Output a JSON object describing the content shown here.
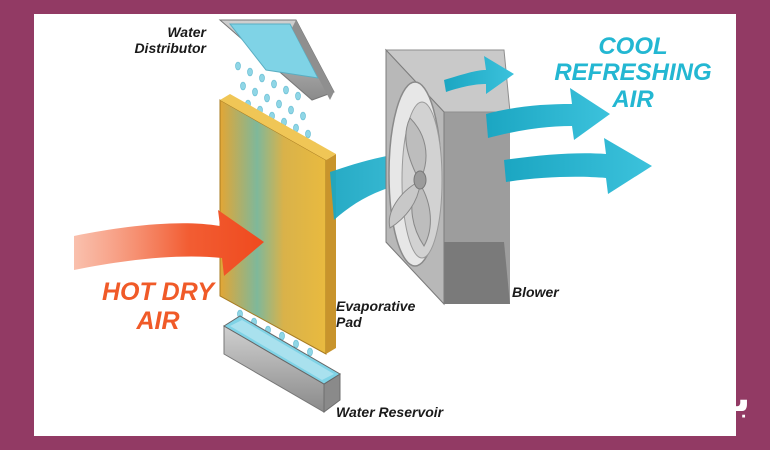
{
  "labels": {
    "water_distributor_line1": "Water",
    "water_distributor_line2": "Distributor",
    "hot_dry_air_line1": "HOT DRY",
    "hot_dry_air_line2": "AIR",
    "evaporative_pad_line1": "Evaporative",
    "evaporative_pad_line2": "Pad",
    "water_reservoir": "Water Reservoir",
    "blower": "Blower",
    "cool_refreshing_air_line1": "COOL",
    "cool_refreshing_air_line2": "REFRESHING",
    "cool_refreshing_air_line3": "AIR"
  },
  "brand": {
    "logo_text": "بیودا"
  },
  "colors": {
    "page_background": "#923a64",
    "hot_air": "#f05a28",
    "cool_air": "#23b7d2",
    "pad": "#e8b03a",
    "water": "#8fd6e6",
    "metal": "#a9a9a9"
  }
}
